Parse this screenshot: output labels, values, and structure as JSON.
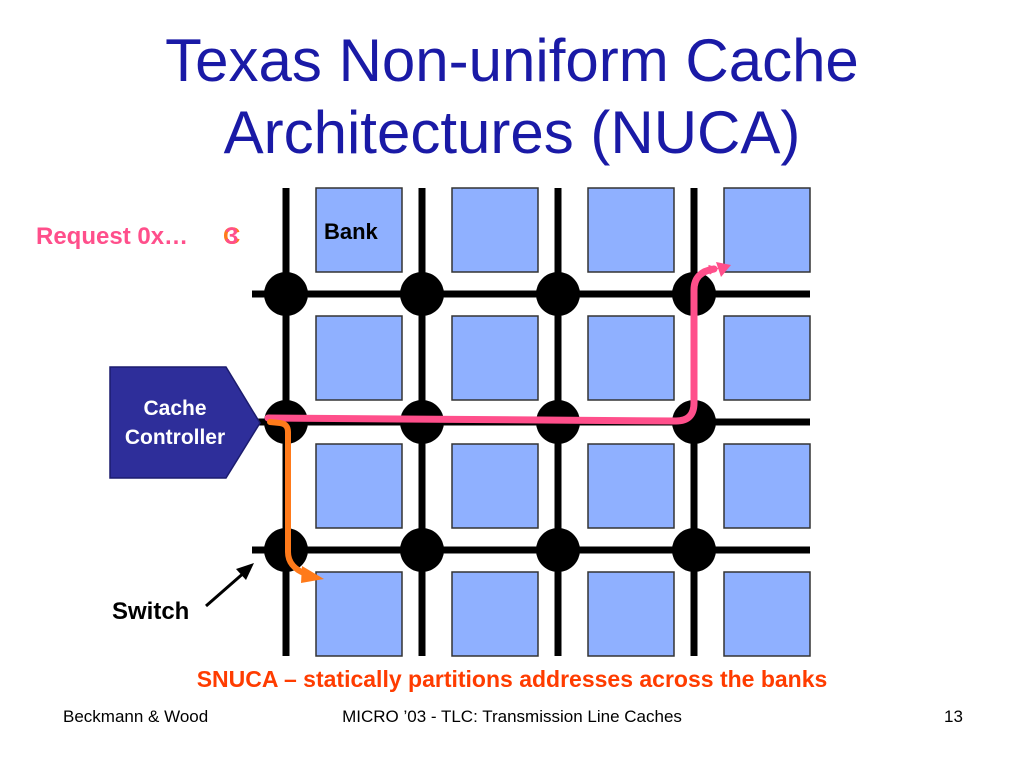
{
  "title": {
    "line1": "Texas Non-uniform Cache",
    "line2": "Architectures (NUCA)"
  },
  "labels": {
    "request_prefix": "Request 0x…",
    "request_digit_c": "C",
    "request_digit_3": "3",
    "bank": "Bank",
    "switch": "Switch",
    "cache_controller_line1": "Cache",
    "cache_controller_line2": "Controller"
  },
  "caption": "SNUCA – statically partitions addresses across the banks",
  "footer": {
    "left": "Beckmann & Wood",
    "center": "MICRO ’03 - TLC: Transmission Line Caches",
    "page_number": "13"
  },
  "grid": {
    "bank_rows": 4,
    "bank_cols": 4,
    "switch_rows": 3,
    "switch_cols": 4
  },
  "colors": {
    "title": "#1a1aa6",
    "bank_fill": "#8fb0ff",
    "bank_stroke": "#333333",
    "wire": "#000000",
    "controller_fill": "#2e2e9a",
    "request_path": "#ff4f8b",
    "c_path": "#ff7a1a",
    "caption": "#ff3c00"
  }
}
